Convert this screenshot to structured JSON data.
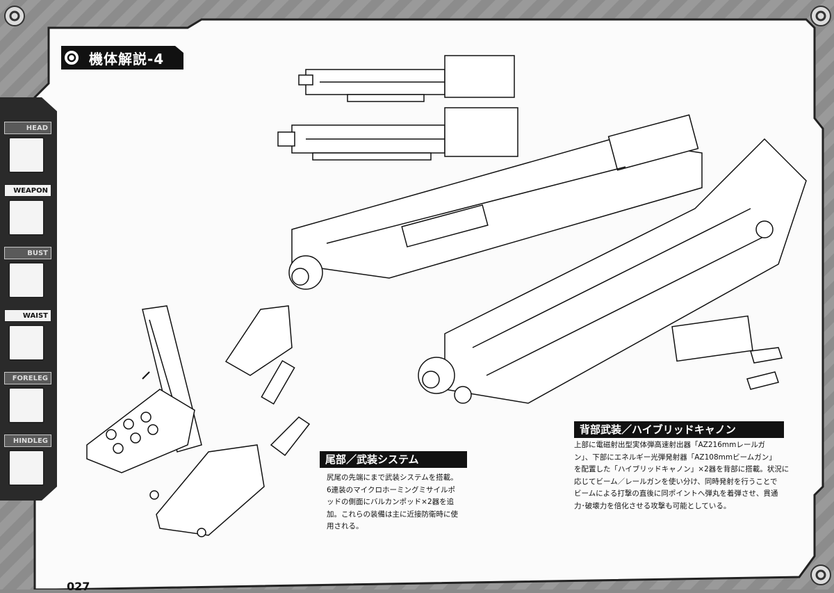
{
  "title": "機体解説-4",
  "nav": {
    "items": [
      {
        "label": "HEAD",
        "active": false
      },
      {
        "label": "WEAPON",
        "active": true
      },
      {
        "label": "BUST",
        "active": false
      },
      {
        "label": "WAIST",
        "active": true
      },
      {
        "label": "FORELEG",
        "active": false
      },
      {
        "label": "HINDLEG",
        "active": false
      }
    ]
  },
  "sections": {
    "tail": {
      "heading": "尾部／武装システム",
      "body": "尻尾の先端にまで武装システムを搭載。\n6連装のマイクロホーミングミサイルポ\nッドの側面にバルカンポッド×2器を追\n加。これらの装備は主に近接防衛時に使\n用される。"
    },
    "back": {
      "heading": "背部武装／ハイブリッドキャノン",
      "body": "上部に電磁射出型実体弾高速射出器「AZ216mmレールガ\nン」、下部にエネルギー光弾発射器「AZ108mmビームガン」\nを配置した「ハイブリッドキャノン」×2器を背部に搭載。状況に\n応じてビーム／レールガンを使い分け、同時発射を行うことで\nビームによる打撃の直後に同ポイントへ弾丸を着弾させ、貫通\n力･破壊力を倍化させる攻撃も可能としている。"
    }
  },
  "page_number": "027",
  "icons": {
    "corner": "gear-emblem-icon",
    "title": "gear-emblem-icon"
  },
  "colors": {
    "frame": "#8c8c8c",
    "panel": "#ffffff",
    "ink": "#111111"
  }
}
